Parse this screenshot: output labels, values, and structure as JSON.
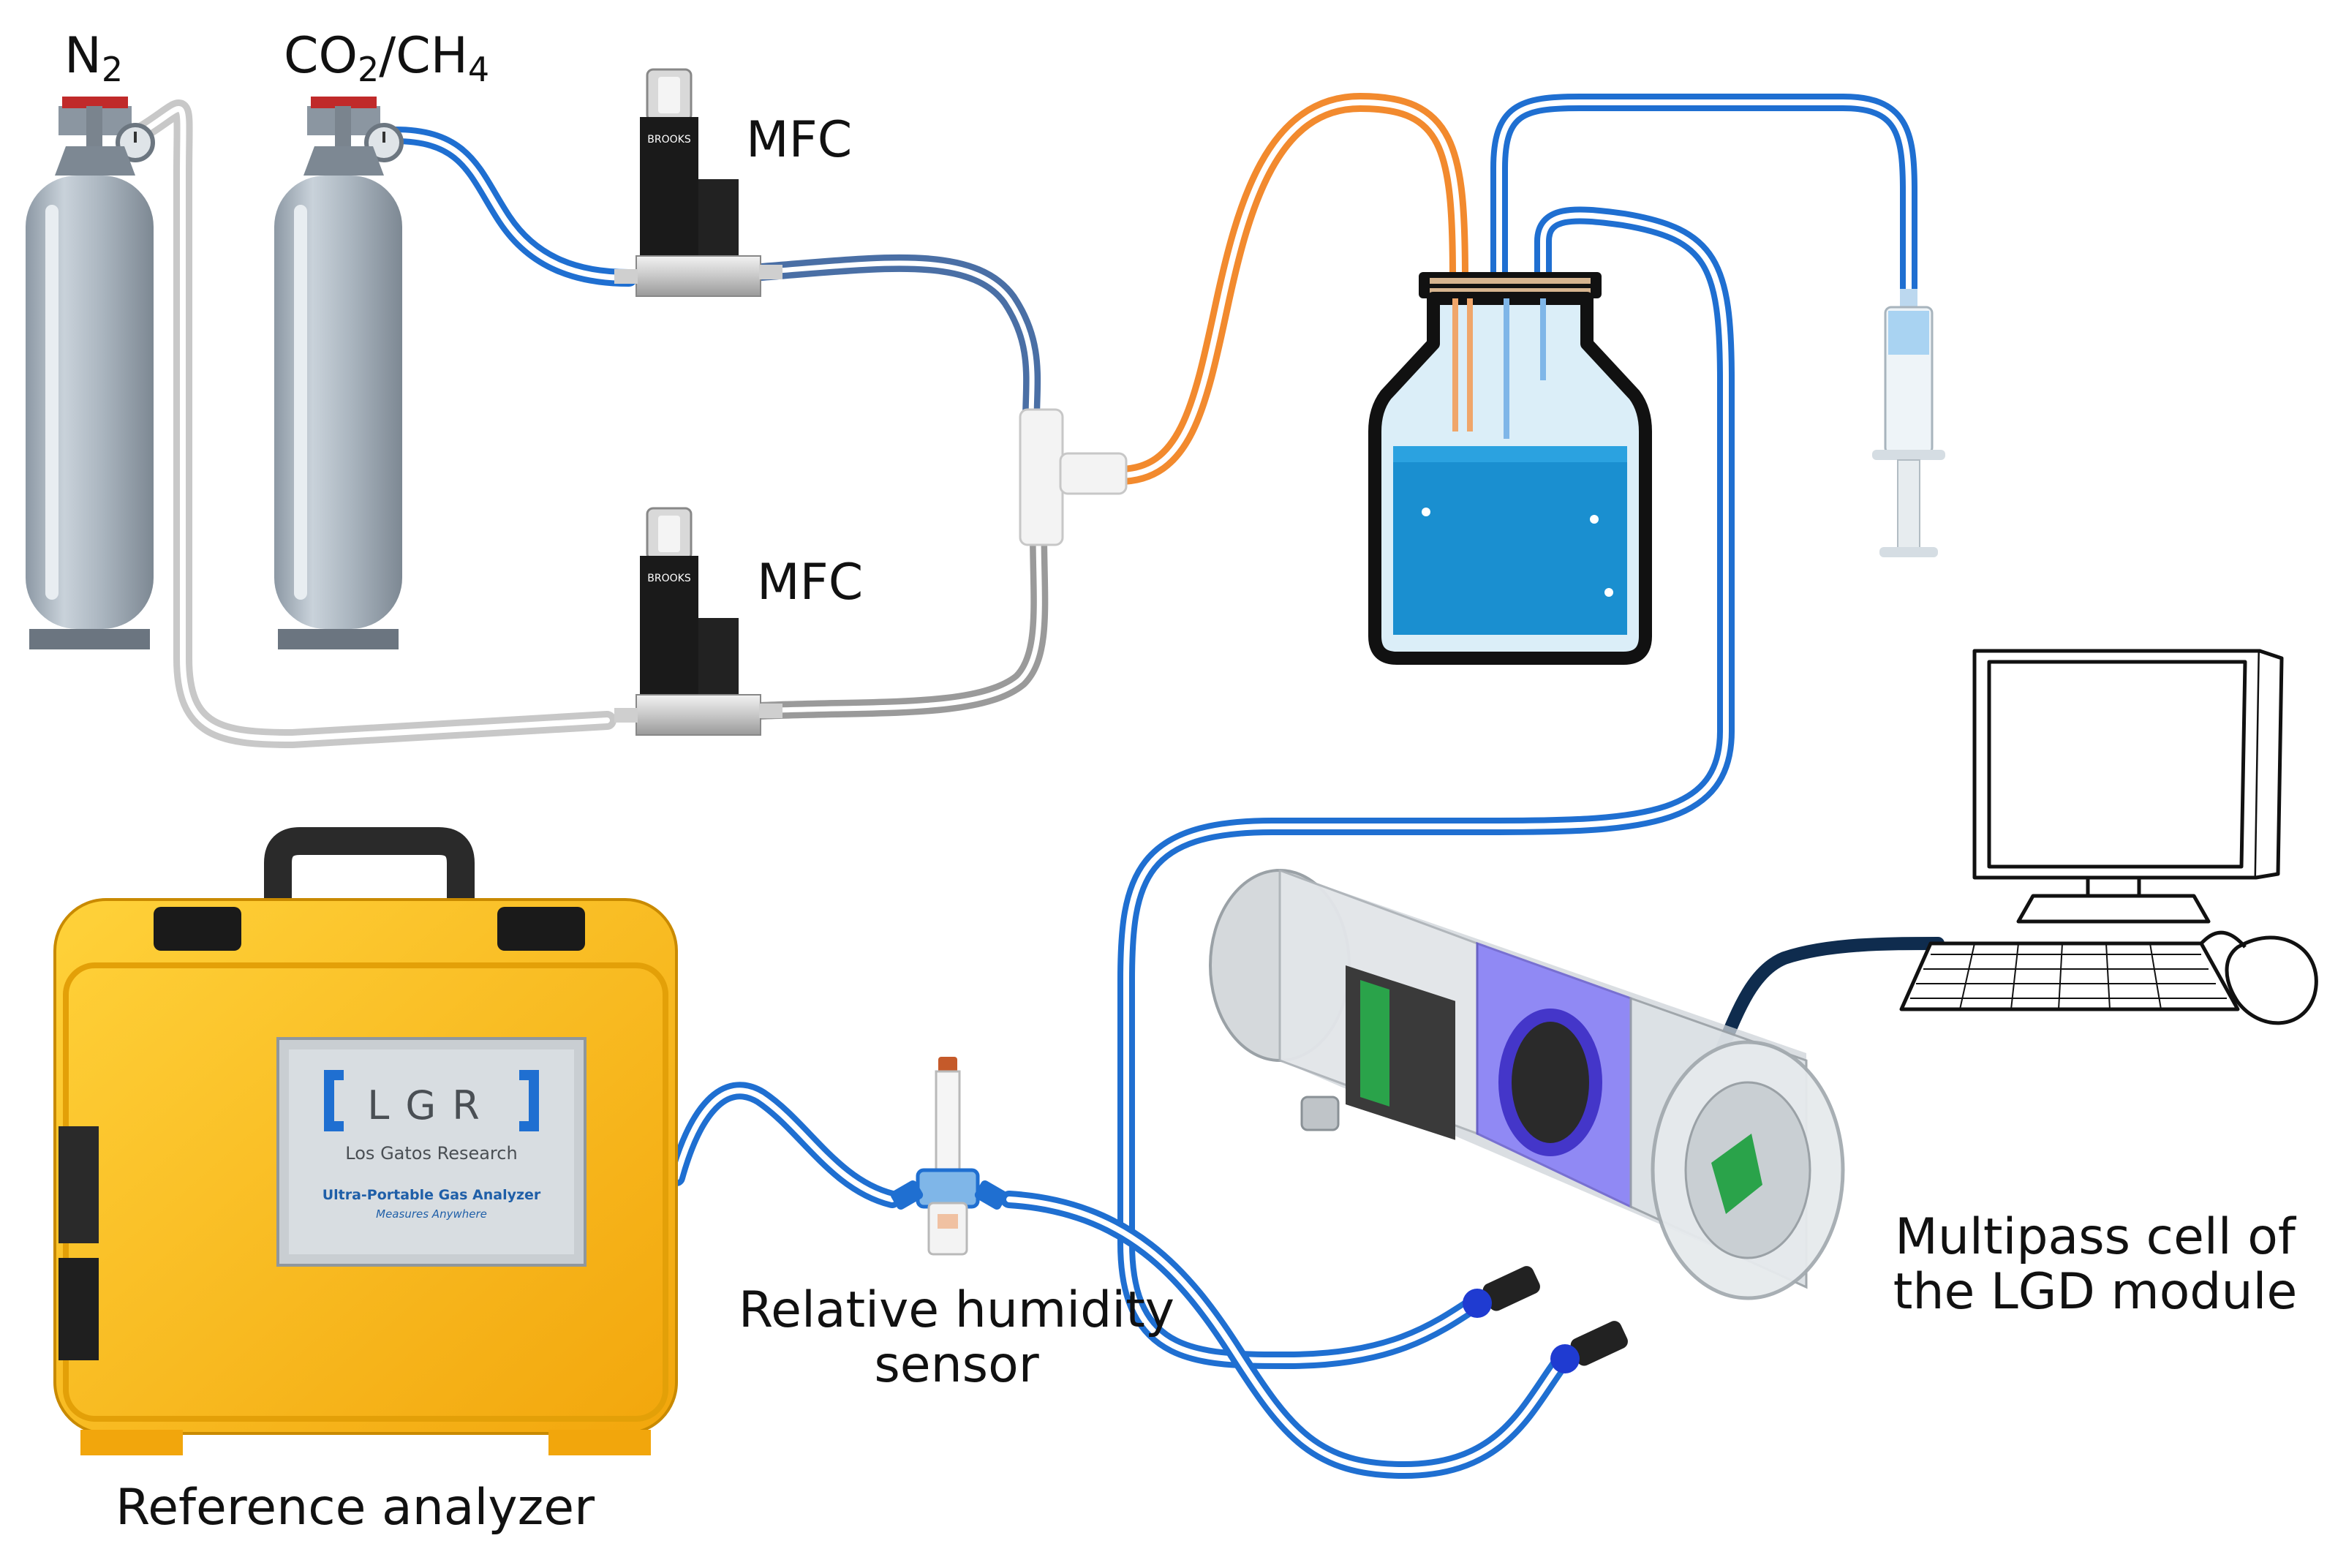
{
  "labels": {
    "n2": "N",
    "n2_sub": "2",
    "co2": "CO",
    "co2_sub": "2",
    "ch4": "/CH",
    "ch4_sub": "4",
    "mfc_top": "MFC",
    "mfc_bottom": "MFC",
    "reference_analyzer": "Reference analyzer",
    "rh_line1": "Relative humidity",
    "rh_line2": "sensor",
    "multipass_line1": "Multipass cell of",
    "multipass_line2": "the LGD module"
  },
  "analyzer_panel": {
    "logo": "LGR",
    "company": "Los Gatos Research",
    "product": "Ultra-Portable Gas Analyzer",
    "tagline": "Measures Anywhere"
  },
  "mfc_brand": "BROOKS",
  "colors": {
    "tube_blue": "#1f6fd1",
    "tube_orange": "#f28a2e",
    "tube_gray": "#9a9a9a",
    "tube_light_gray": "#c8c8c8",
    "tube_steel": "#4a6fa5",
    "analyzer_yellow": "#f7b81a",
    "water_blue": "#1a8fd0",
    "cable_navy": "#0f2c4e",
    "cell_purple": "#6a5cff"
  }
}
